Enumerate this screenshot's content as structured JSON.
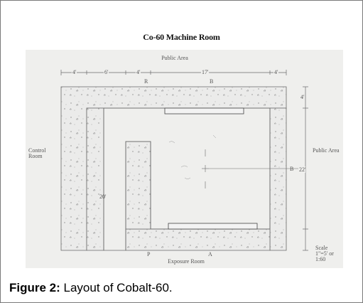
{
  "title": "Co-60 Machine Room",
  "labels": {
    "public_area_top": "Public Area",
    "control_room_line1": "Control",
    "control_room_line2": "Room",
    "public_area_right": "Public Area",
    "exposure_room": "Exposure Room",
    "scale_line1": "Scale",
    "scale_line2": "1\"=5' or",
    "scale_line3": "1:60"
  },
  "dimensions": {
    "d1": "4'",
    "d2": "6'",
    "d3": "4'",
    "d4": "17'",
    "d5": "4'",
    "right_top": "4'",
    "right_main": "22'",
    "inner_left": "20'"
  },
  "markers": {
    "top_a": "R",
    "top_b": "B",
    "bottom_a": "P",
    "bottom_b": "A",
    "right": "B"
  },
  "caption": {
    "label": "Figure 2:",
    "text": " Layout of Cobalt-60."
  },
  "colors": {
    "wall_fill": "#ebebea",
    "line": "#6a6a6a",
    "plate": "#efefed"
  }
}
